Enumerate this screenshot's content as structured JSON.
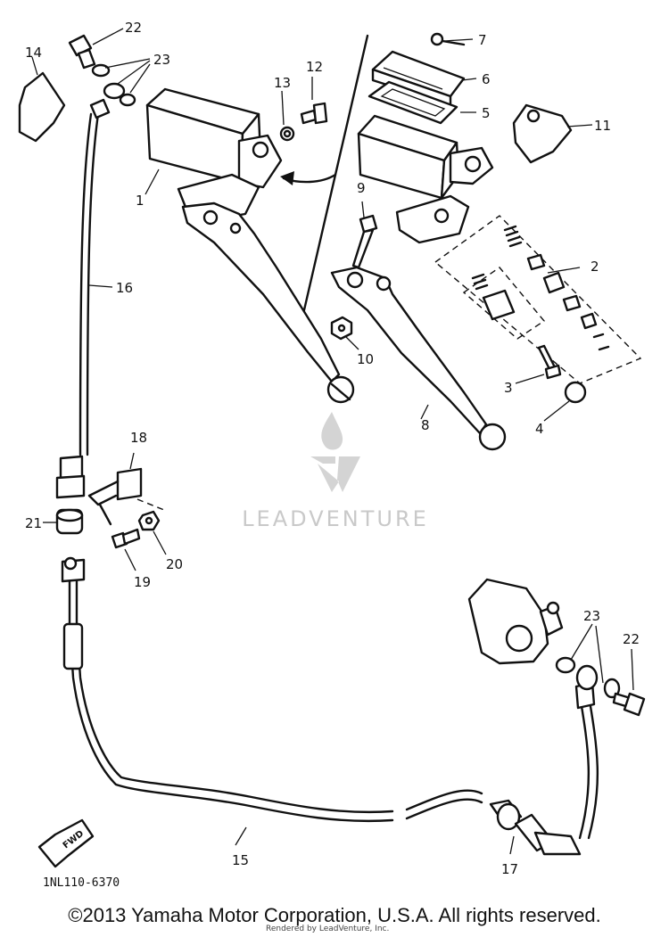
{
  "callouts": {
    "c1": "1",
    "c2": "2",
    "c3": "3",
    "c4": "4",
    "c5": "5",
    "c6": "6",
    "c7": "7",
    "c8": "8",
    "c9": "9",
    "c10": "10",
    "c11": "11",
    "c12": "12",
    "c13": "13",
    "c14": "14",
    "c15": "15",
    "c16": "16",
    "c17": "17",
    "c18": "18",
    "c19": "19",
    "c20": "20",
    "c21": "21",
    "c22a": "22",
    "c22b": "22",
    "c23a": "23",
    "c23b": "23"
  },
  "watermark": {
    "text": "LEADVENTURE"
  },
  "fwd_arrow": {
    "text": "FWD"
  },
  "part_code": "1NL110-6370",
  "copyright": "©2013 Yamaha Motor Corporation, U.S.A. All rights reserved.",
  "rendered_by": "Rendered by LeadVenture, Inc."
}
